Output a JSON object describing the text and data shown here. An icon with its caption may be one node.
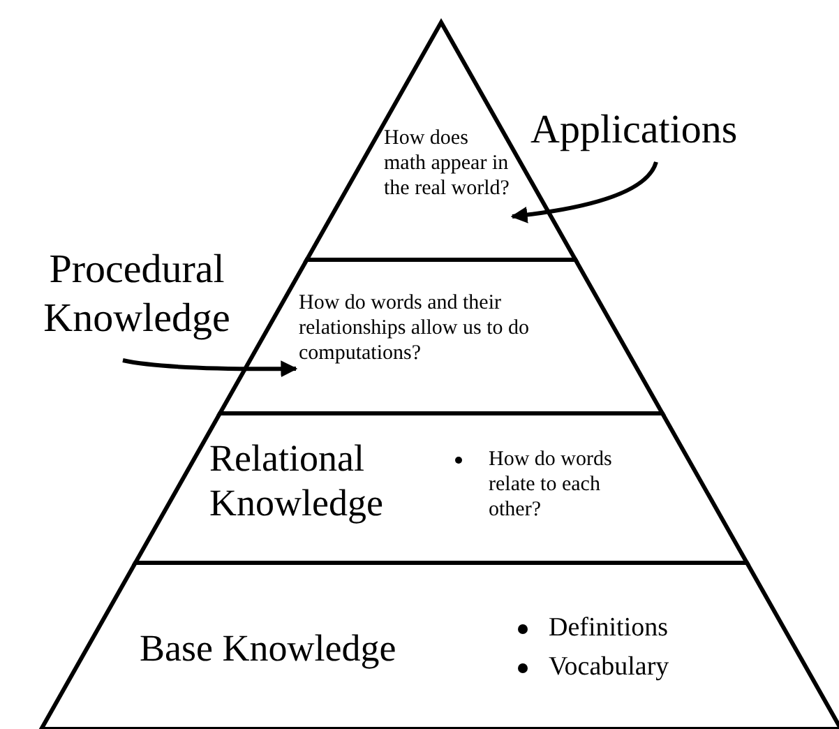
{
  "diagram": {
    "nodes": [
      {
        "text": [
          "How does math appear in the real world?"
        ]
      },
      {
        "text": [
          "How do words and their relationships allow us to do computations?"
        ]
      },
      {
        "text": [
          "Relational Knowledge",
          "How do words relate to each other?"
        ]
      },
      {
        "text": [
          "Base Knowledge",
          "Definitions",
          "Vocabulary"
        ]
      },
      {
        "text": [
          "Applications"
        ]
      },
      {
        "text": [
          "Procedural Knowledge"
        ]
      }
    ],
    "edges": [
      {
        "from": 4,
        "to": 0,
        "arrow": "to"
      },
      {
        "from": 5,
        "to": 1,
        "arrow": "to"
      }
    ]
  }
}
